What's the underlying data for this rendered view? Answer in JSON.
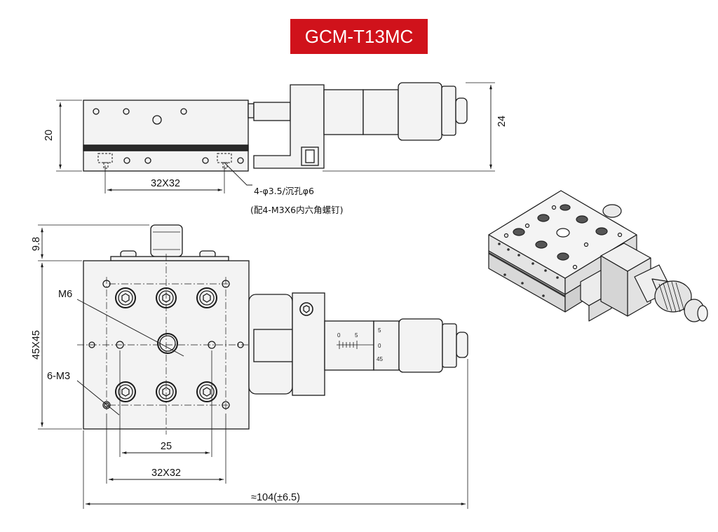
{
  "title": "GCM-T13MC",
  "colors": {
    "title_background": "#d0121b",
    "title_text": "#ffffff",
    "line": "#1a1a1a",
    "body": "#f2f2f2"
  },
  "side_view": {
    "height_dimension": "20",
    "total_height_dimension": "24",
    "hole_spacing_dimension": "32X32",
    "hole_note_line1": "4-φ3.5/沉孔φ6",
    "hole_note_line2": "(配4-M3X6内六角螺钉)"
  },
  "top_view": {
    "micrometer_offset_dimension": "9.8",
    "table_size_dimension": "45X45",
    "center_thread_label": "M6",
    "tapped_holes_label": "6-M3",
    "inner_spacing_dimension": "25",
    "outer_spacing_dimension": "32X32",
    "total_length_dimension": "≈104(±6.5)",
    "micrometer_scale": [
      "0",
      "5",
      "5",
      "0",
      "45"
    ]
  },
  "isometric_view": {
    "icons": [
      "stage-isometric-icon"
    ]
  }
}
